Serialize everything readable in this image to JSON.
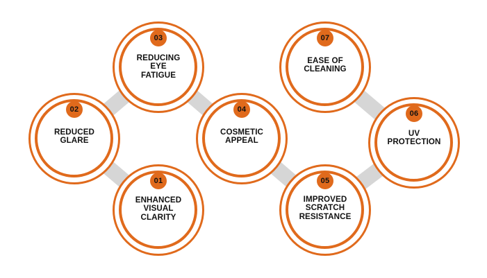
{
  "colors": {
    "accent": "#e06a1c",
    "connector": "#d6d6d6",
    "text": "#111111",
    "background": "#ffffff"
  },
  "nodes": [
    {
      "number": "01",
      "lines": [
        "ENHANCED",
        "VISUAL",
        "CLARITY"
      ]
    },
    {
      "number": "02",
      "lines": [
        "REDUCED",
        "GLARE"
      ]
    },
    {
      "number": "03",
      "lines": [
        "REDUCING",
        "EYE",
        "FATIGUE"
      ]
    },
    {
      "number": "04",
      "lines": [
        "COSMETIC",
        "APPEAL"
      ]
    },
    {
      "number": "05",
      "lines": [
        "IMPROVED",
        "SCRATCH",
        "RESISTANCE"
      ]
    },
    {
      "number": "06",
      "lines": [
        "UV",
        "PROTECTION"
      ]
    },
    {
      "number": "07",
      "lines": [
        "EASE OF",
        "CLEANING"
      ]
    }
  ],
  "connections": [
    [
      "01",
      "02"
    ],
    [
      "02",
      "03"
    ],
    [
      "03",
      "04"
    ],
    [
      "04",
      "05"
    ],
    [
      "05",
      "06"
    ],
    [
      "06",
      "07"
    ]
  ]
}
